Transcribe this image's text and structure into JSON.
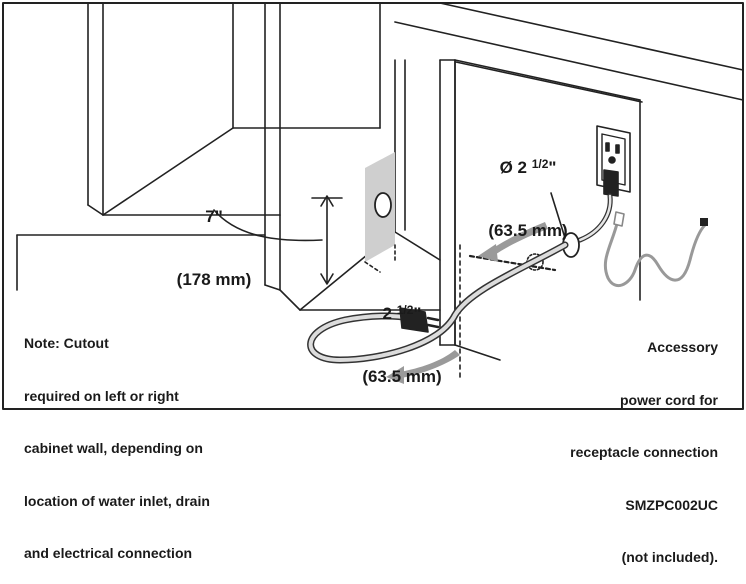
{
  "labels": {
    "depth_in": "7\"",
    "depth_mm": "(178 mm)",
    "hole_diameter_prefix": "Ø 2 ",
    "hole_diameter_frac": "1/2",
    "hole_diameter_suffix": "\"",
    "hole_diameter_mm": "(63.5 mm)",
    "height_prefix": "2 ",
    "height_frac": "1/2",
    "height_suffix": "\"",
    "height_mm": "(63.5 mm)"
  },
  "note": {
    "lines": [
      "Note: Cutout",
      "required on left or right",
      "cabinet wall, depending on",
      "location of water inlet, drain",
      "and electrical connection"
    ]
  },
  "accessory": {
    "lines": [
      "Accessory",
      "power cord for",
      "receptacle connection",
      "SMZPC002UC",
      "(not included)."
    ]
  }
}
